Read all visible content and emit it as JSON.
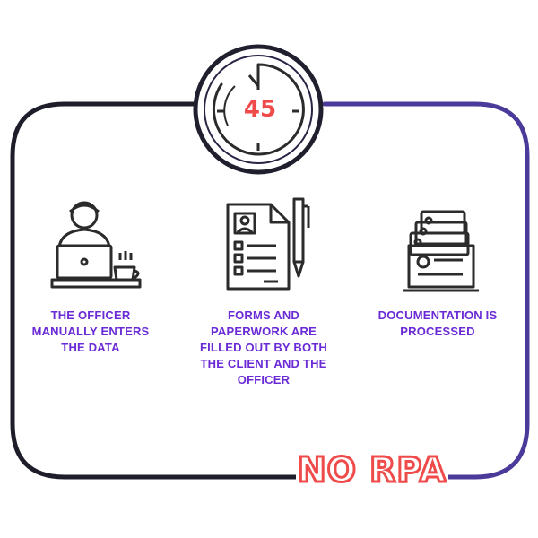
{
  "colors": {
    "frame_dark": "#1e1e2a",
    "frame_accent": "#4b3a9a",
    "icon_stroke": "#2b2b2b",
    "timer_number": "#f04b4b",
    "caption_text": "#6a2bd6",
    "logo_outline": "#f04b4b"
  },
  "timer": {
    "number": "45",
    "icon": "stopwatch-icon"
  },
  "steps": [
    {
      "icon": "person-laptop-icon",
      "caption": "THE OFFICER MANUALLY ENTERS THE DATA"
    },
    {
      "icon": "form-pen-icon",
      "caption": "FORMS AND PAPERWORK ARE FILLED OUT BY BOTH THE CLIENT AND THE OFFICER"
    },
    {
      "icon": "card-file-icon",
      "caption": "DOCUMENTATION IS PROCESSED"
    }
  ],
  "logo": {
    "text": "NO RPA"
  }
}
